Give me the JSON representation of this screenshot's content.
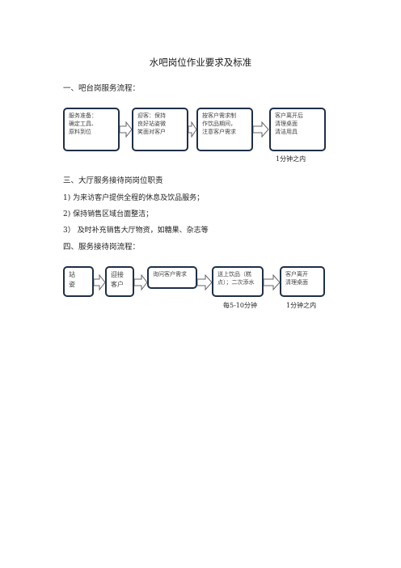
{
  "doc": {
    "title": "水吧岗位作业要求及标准",
    "section1": {
      "heading": "一、吧台岗服务流程：",
      "boxes": [
        [
          "服务准备：",
          "确定工具、",
          "原料到位"
        ],
        [
          "迎客：保持",
          "良好站姿微",
          "笑面对客户"
        ],
        [
          "按客户需求制",
          "作饮品期间，",
          "注意客户需求"
        ],
        [
          "客户离开后",
          "清理桌面",
          "清洁用具"
        ]
      ],
      "note": "1分钟之内"
    },
    "section3": {
      "heading": "三、大厅服务接待岗岗位职责",
      "items": [
        "1)   为来访客户提供全程的休息及饮品服务；",
        "2)   保持销售区域台面整洁；",
        "3）   及时补充销售大厅物资，如糖果、杂志等"
      ]
    },
    "section4": {
      "heading": "四、服务接待岗流程：",
      "boxes": [
        [
          "站",
          "姿"
        ],
        [
          "迎接",
          "客户"
        ],
        [
          "询问客户需求"
        ],
        [
          "送上饮品（糕",
          "点）；二次添水"
        ],
        [
          "客户离开",
          "清理桌面"
        ]
      ],
      "notes": [
        "每5-10分钟",
        "1分钟之内"
      ]
    }
  }
}
